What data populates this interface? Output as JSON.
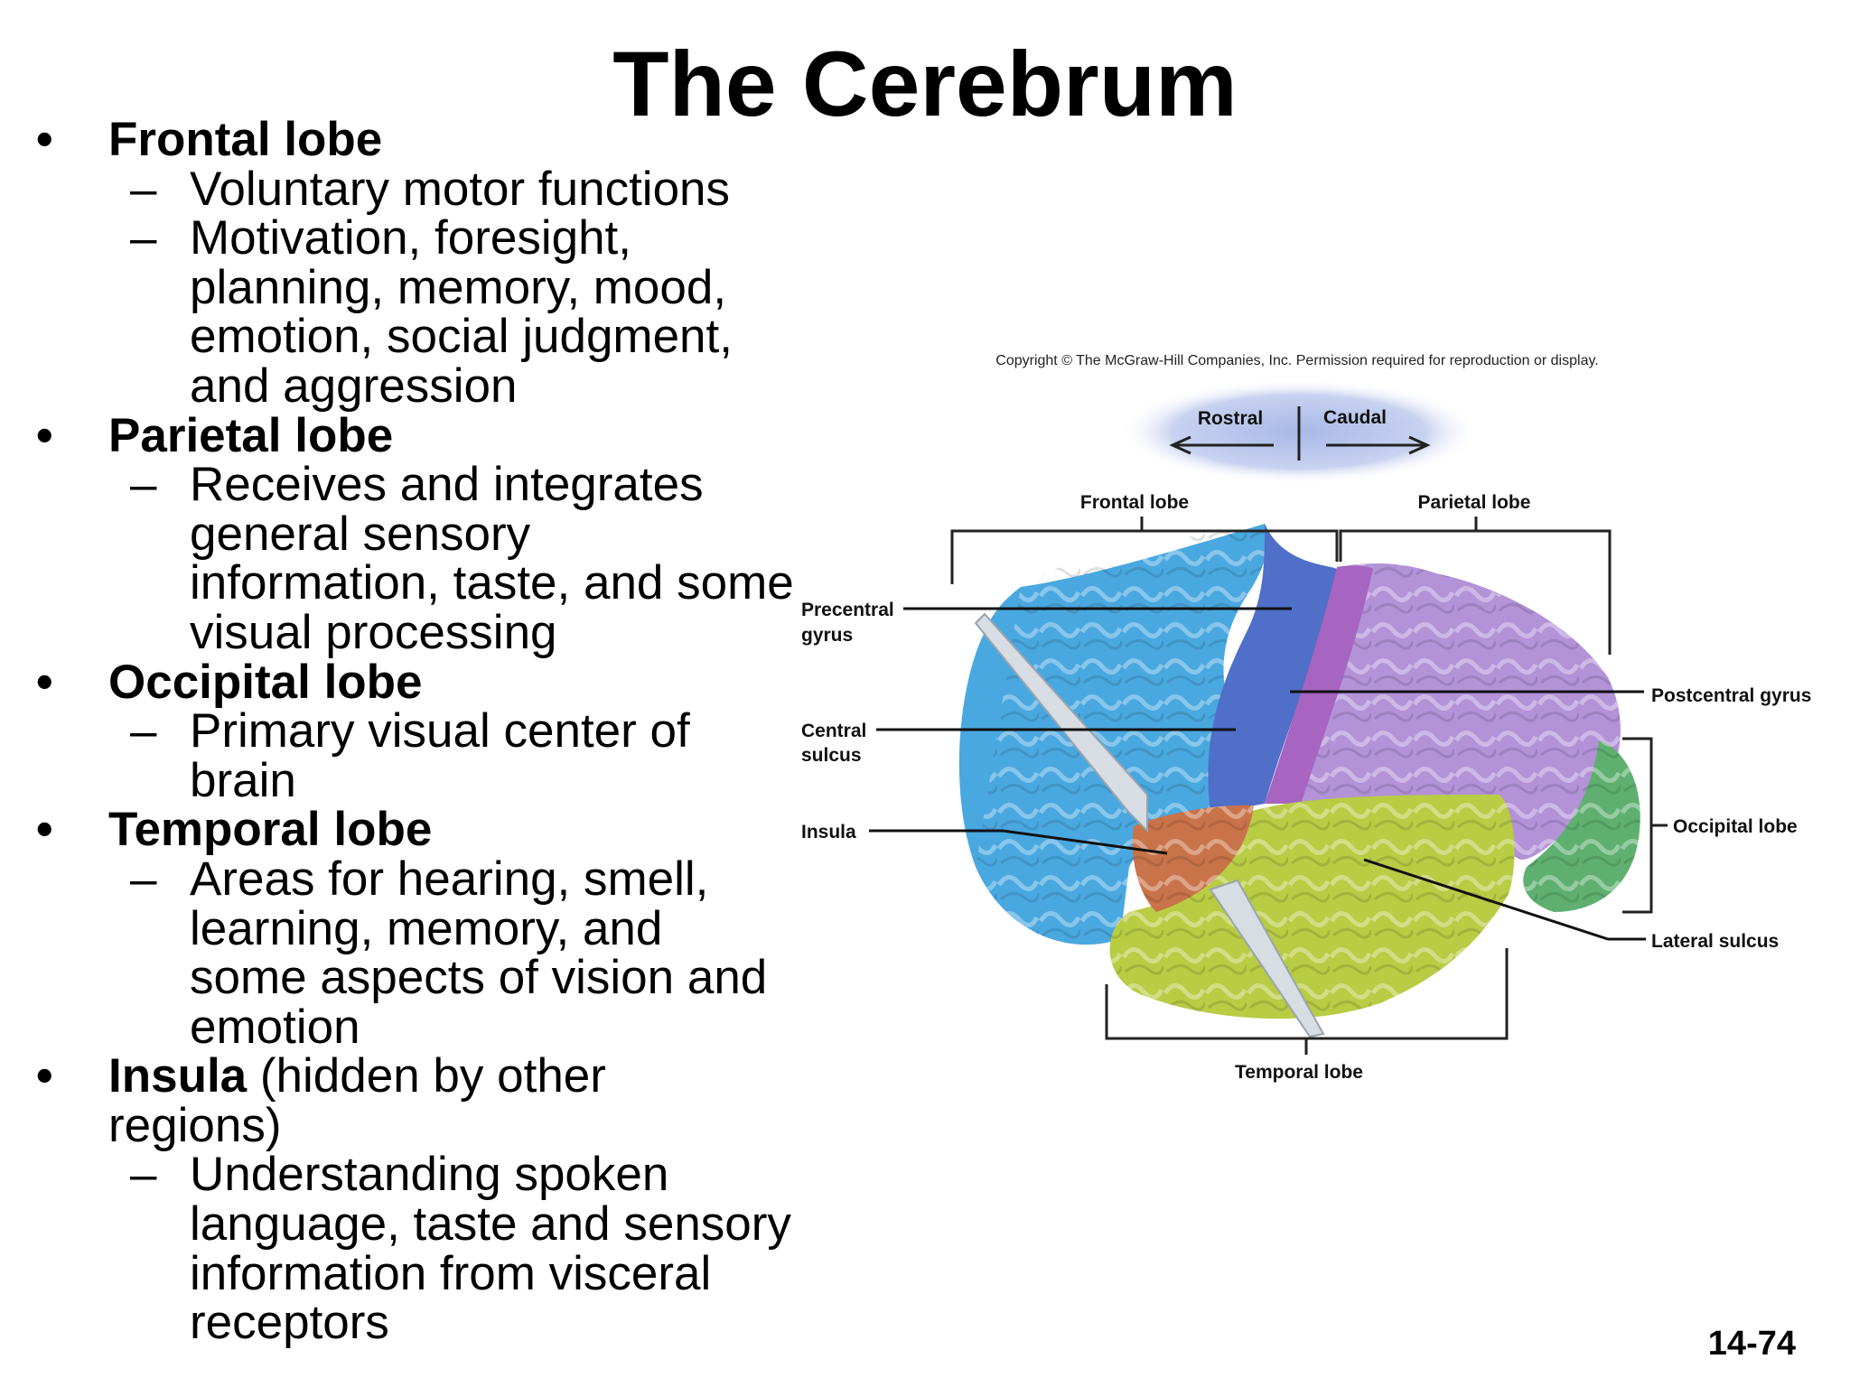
{
  "title": "The Cerebrum",
  "slide_number": "14-74",
  "bullets": [
    {
      "heading": "Frontal lobe",
      "items": [
        {
          "lines": [
            "Voluntary motor functions"
          ]
        },
        {
          "lines": [
            "Motivation, foresight,",
            "planning, memory, mood,",
            "emotion, social judgment,",
            "and aggression"
          ]
        }
      ]
    },
    {
      "heading": "Parietal lobe",
      "items": [
        {
          "lines": [
            "Receives and integrates",
            "general sensory",
            "information, taste, and some",
            "visual processing"
          ]
        }
      ]
    },
    {
      "heading": "Occipital lobe",
      "items": [
        {
          "lines": [
            "Primary visual center of",
            "brain"
          ]
        }
      ]
    },
    {
      "heading": "Temporal lobe",
      "items": [
        {
          "lines": [
            "Areas for hearing, smell,",
            "learning, memory, and",
            "some aspects of vision  and",
            "emotion"
          ]
        }
      ]
    },
    {
      "heading": "Insula",
      "heading_suffix": " (hidden by other",
      "heading_cont": "regions)",
      "items": [
        {
          "lines": [
            "Understanding spoken",
            "language, taste and sensory",
            "information from visceral",
            "receptors"
          ]
        }
      ]
    }
  ],
  "bullet_glyph": "•",
  "dash_glyph": "–",
  "figure": {
    "copyright": "Copyright © The McGraw-Hill Companies, Inc. Permission required for reproduction or display.",
    "orientation": {
      "left": "Rostral",
      "right": "Caudal"
    },
    "labels": {
      "frontal_lobe": "Frontal lobe",
      "parietal_lobe": "Parietal lobe",
      "precentral_gyrus_1": "Precentral",
      "precentral_gyrus_2": "gyrus",
      "central_sulcus_1": "Central",
      "central_sulcus_2": "sulcus",
      "insula": "Insula",
      "postcentral_gyrus": "Postcentral gyrus",
      "occipital_lobe": "Occipital lobe",
      "lateral_sulcus": "Lateral sulcus",
      "temporal_lobe": "Temporal lobe"
    },
    "colors": {
      "frontal": "#4aa8e0",
      "precentral": "#4f6fc8",
      "parietal": "#b392d8",
      "postcentral": "#a764c0",
      "occipital": "#5fb070",
      "temporal": "#b8cc44",
      "insula": "#c9734a"
    }
  }
}
